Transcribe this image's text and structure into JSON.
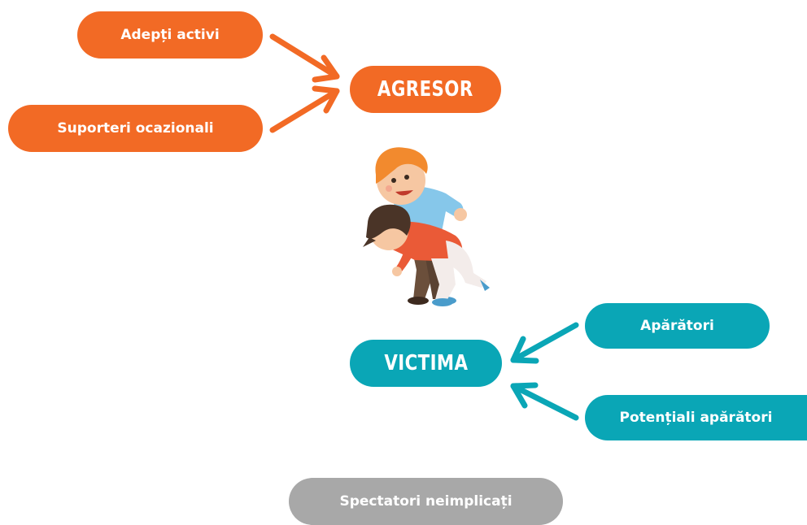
{
  "aggressor_side": {
    "main_label": "AGRESOR",
    "roles": [
      "Adepți activi",
      "Suporteri ocazionali"
    ],
    "color": "#f26a25"
  },
  "victim_side": {
    "main_label": "VICTIMA",
    "roles": [
      "Apărători",
      "Potențiali apărători"
    ],
    "color": "#0aa6b6"
  },
  "neutral": {
    "label": "Spectatori neimplicați",
    "color": "#a8a8a8"
  },
  "illustration": "two-children-bullying-illustration"
}
